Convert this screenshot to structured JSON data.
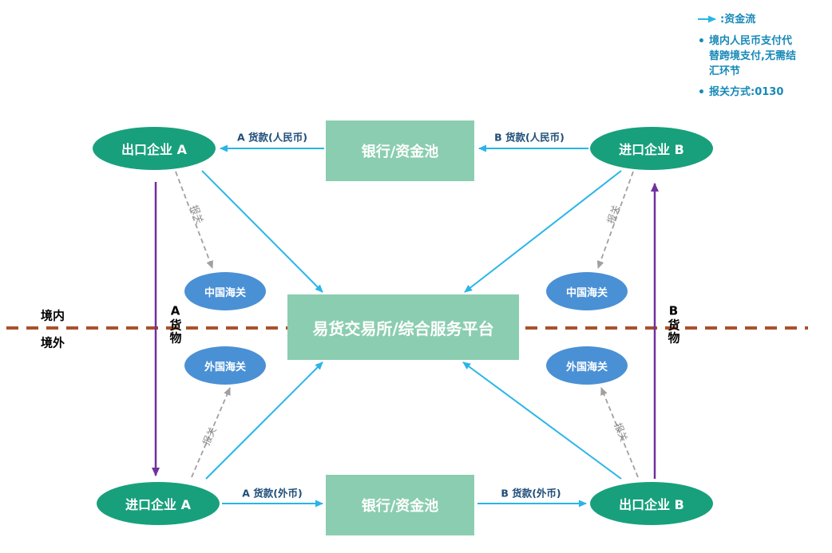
{
  "legend": {
    "funds_flow_label": ":资金流",
    "bullets": [
      "境内人民币支付代替跨境支付,无需结汇环节",
      "报关方式:0130"
    ]
  },
  "nodes": {
    "export_a": "出口企业 A",
    "import_b": "进口企业 B",
    "import_a": "进口企业 A",
    "export_b": "出口企业 B",
    "bank_pool": "银行/资金池",
    "platform": "易货交易所/综合服务平台",
    "china_customs": "中国海关",
    "foreign_customs": "外国海关"
  },
  "edge_labels": {
    "a_payment_rmb": "A 货款(人民币)",
    "b_payment_rmb": "B 货款(人民币)",
    "a_payment_foreign": "A 货款(外币)",
    "b_payment_foreign": "B 货款(外币)",
    "customs_declaration": "报关",
    "goods_a": "A货物",
    "goods_b": "B货物"
  },
  "regions": {
    "domestic": "境内",
    "overseas": "境外"
  },
  "colors": {
    "green_node": "#18A07D",
    "light_green_node": "#8BCDB0",
    "blue_node": "#4A90D5",
    "cyan_arrow": "#29B5E8",
    "purple_arrow": "#7030A0",
    "gray_arrow": "#A0A0A0",
    "border_line": "#A8512B",
    "legend_text": "#1789B8",
    "edge_label_text": "#1F4E79"
  }
}
